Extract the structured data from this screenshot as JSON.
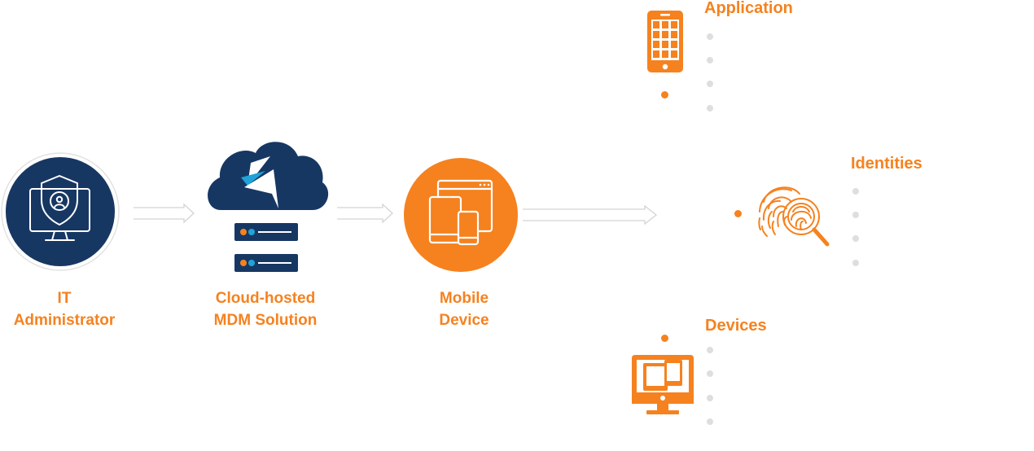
{
  "nodes": {
    "admin": {
      "line1": "IT",
      "line2": "Administrator"
    },
    "cloud": {
      "line1": "Cloud-hosted",
      "line2": "MDM Solution"
    },
    "mobile": {
      "line1": "Mobile",
      "line2": "Device"
    }
  },
  "categories": {
    "application": {
      "title": "Application"
    },
    "identities": {
      "title": "Identities"
    },
    "devices": {
      "title": "Devices"
    }
  },
  "colors": {
    "navy": "#173763",
    "orange": "#F5821F",
    "dot_gray": "#dedede",
    "arrow_gray": "#d4d4d4"
  }
}
